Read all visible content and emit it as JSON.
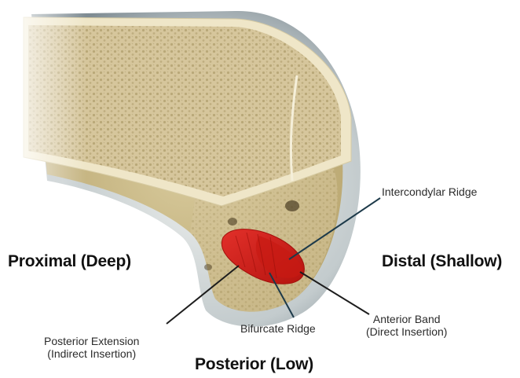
{
  "labels": {
    "proximal": "Proximal (Deep)",
    "distal": "Distal (Shallow)",
    "posterior": "Posterior (Low)",
    "intercondylar_ridge": "Intercondylar Ridge",
    "bifurcate_ridge": "Bifurcate Ridge",
    "anterior_band_line1": "Anterior Band",
    "anterior_band_line2": "(Direct Insertion)",
    "posterior_extension_line1": "Posterior Extension",
    "posterior_extension_line2": "(Indirect Insertion)"
  },
  "colors": {
    "cartilage": "#aab4b8",
    "cancellous_bone": "#d9cba3",
    "cortex": "#eee4c4",
    "insertion_red": "#d8231c",
    "pointer": "#1d3a4a"
  }
}
